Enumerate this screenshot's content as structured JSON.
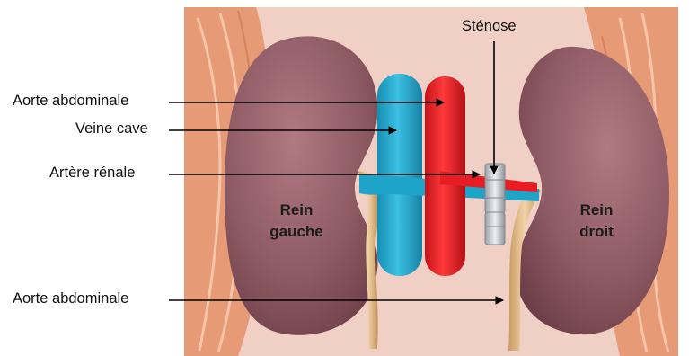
{
  "labels": {
    "stenosis": "Sténose",
    "abdominal_aorta_top": "Aorte abdominale",
    "vena_cava": "Veine cave",
    "renal_artery": "Artère rénale",
    "abdominal_aorta_bottom": "Aorte abdominale"
  },
  "kidneys": {
    "left": {
      "line1": "Rein",
      "line2": "gauche"
    },
    "right": {
      "line1": "Rein",
      "line2": "droit"
    }
  },
  "colors": {
    "background_tissue": "#f0cfc4",
    "muscle": "#e79a76",
    "kidney": "#8e5a63",
    "vena_cava": "#1fa4c9",
    "aorta": "#e81c22",
    "ureter": "#d9b27e",
    "stent": "#c8cdd2"
  }
}
